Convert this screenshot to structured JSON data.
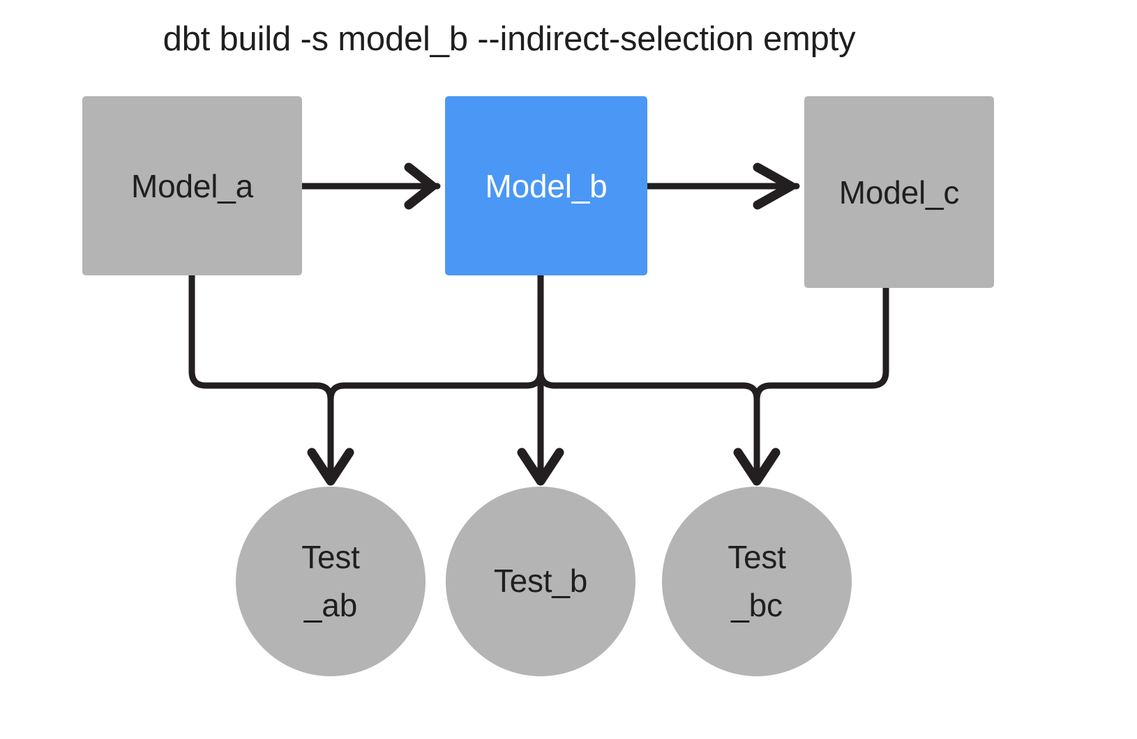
{
  "title": "dbt build -s model_b --indirect-selection empty",
  "colors": {
    "background": "#ffffff",
    "node_gray": "#b4b4b4",
    "node_accent_blue": "#4a97f5",
    "edge_black": "#231f20",
    "text_dark": "#1f1f1f",
    "text_light": "#ffffff"
  },
  "nodes": {
    "models": [
      {
        "id": "model_a",
        "label": "Model_a",
        "shape": "rectangle",
        "fill": "#b4b4b4",
        "text_color": "#1f1f1f",
        "selected": false
      },
      {
        "id": "model_b",
        "label": "Model_b",
        "shape": "rectangle",
        "fill": "#4a97f5",
        "text_color": "#ffffff",
        "selected": true
      },
      {
        "id": "model_c",
        "label": "Model_c",
        "shape": "rectangle",
        "fill": "#b4b4b4",
        "text_color": "#1f1f1f",
        "selected": false
      }
    ],
    "tests": [
      {
        "id": "test_ab",
        "label": "Test_ab",
        "line1": "Test",
        "line2": "_ab",
        "shape": "circle",
        "fill": "#b4b4b4",
        "text_color": "#1f1f1f",
        "selected": false
      },
      {
        "id": "test_b",
        "label": "Test_b",
        "line1": "Test_b",
        "line2": "",
        "shape": "circle",
        "fill": "#b4b4b4",
        "text_color": "#1f1f1f",
        "selected": false
      },
      {
        "id": "test_bc",
        "label": "Test_bc",
        "line1": "Test",
        "line2": "_bc",
        "shape": "circle",
        "fill": "#b4b4b4",
        "text_color": "#1f1f1f",
        "selected": false
      }
    ]
  },
  "edges": [
    {
      "from": "model_a",
      "to": "model_b",
      "style": "arrow-right"
    },
    {
      "from": "model_b",
      "to": "model_c",
      "style": "arrow-right"
    },
    {
      "from": "model_a",
      "to": "test_ab",
      "style": "elbow-down-right"
    },
    {
      "from": "model_b",
      "to": "test_ab",
      "style": "elbow-down-left"
    },
    {
      "from": "model_b",
      "to": "test_b",
      "style": "straight-down"
    },
    {
      "from": "model_b",
      "to": "test_bc",
      "style": "elbow-down-right"
    },
    {
      "from": "model_c",
      "to": "test_bc",
      "style": "elbow-down-left"
    }
  ]
}
